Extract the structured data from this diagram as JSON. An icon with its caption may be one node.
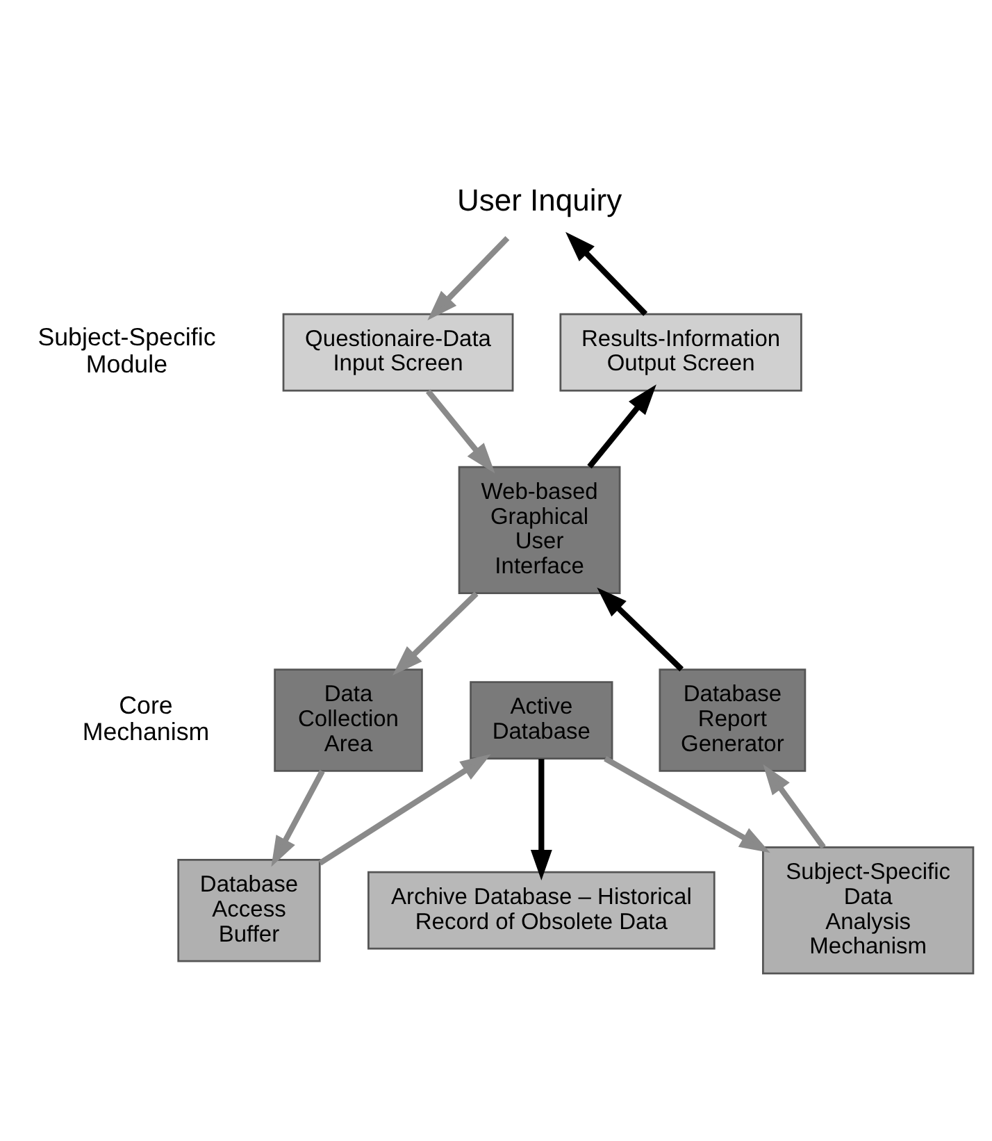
{
  "diagram": {
    "nodes": [
      {
        "text": [
          "User Inquiry"
        ]
      },
      {
        "text": [
          "Questionaire-Data Input Screen"
        ]
      },
      {
        "text": [
          "Results-Information Output Screen"
        ]
      },
      {
        "text": [
          "Database Access Buffer"
        ]
      },
      {
        "text": [
          "Subject-Specific Data Analysis Mechanism"
        ]
      },
      {
        "text": [
          "Web-based Graphical User Interface"
        ]
      },
      {
        "text": [
          "Data Collection Area"
        ]
      },
      {
        "text": [
          "Active Database"
        ]
      },
      {
        "text": [
          "Database Report Generator"
        ]
      },
      {
        "text": [
          "Archive Database – Historical Record of Obsolete Data"
        ]
      }
    ],
    "edges": [
      {
        "from": 0,
        "to": 1,
        "arrow": "to"
      },
      {
        "from": 2,
        "to": 0,
        "arrow": "to",
        "color": "#000000"
      },
      {
        "from": 1,
        "to": 5,
        "arrow": "to"
      },
      {
        "from": 5,
        "to": 2,
        "arrow": "to",
        "color": "#000000"
      },
      {
        "from": 5,
        "to": 6,
        "arrow": "to"
      },
      {
        "from": 6,
        "to": 3,
        "arrow": "to"
      },
      {
        "from": 3,
        "to": 7,
        "arrow": "to"
      },
      {
        "from": 7,
        "to": 4,
        "arrow": "to"
      },
      {
        "from": 4,
        "to": 8,
        "arrow": "to"
      },
      {
        "from": 8,
        "to": 5,
        "arrow": "to",
        "color": "#000000"
      },
      {
        "from": 7,
        "to": 9,
        "arrow": "to",
        "color": "#000000"
      }
    ],
    "labels": [
      "Subject-Specific Module",
      "Core Mechanism"
    ]
  }
}
